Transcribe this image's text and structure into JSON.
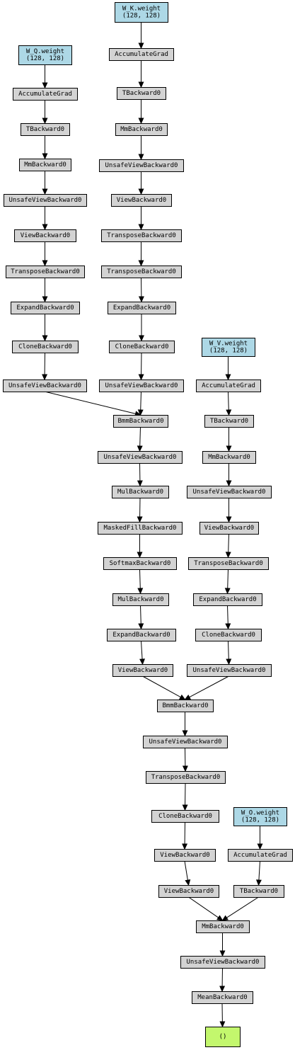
{
  "colors": {
    "param": "#add8e6",
    "op": "#d3d3d3",
    "output": "#c3f76d",
    "edge": "#000000",
    "border": "#000000"
  },
  "nodes": [
    {
      "id": "wk",
      "kind": "param",
      "lines": [
        "W_K.weight",
        "(128, 128)"
      ]
    },
    {
      "id": "wq",
      "kind": "param",
      "lines": [
        "W_Q.weight",
        "(128, 128)"
      ]
    },
    {
      "id": "k_acc",
      "kind": "op",
      "lines": [
        "AccumulateGrad"
      ]
    },
    {
      "id": "q_acc",
      "kind": "op",
      "lines": [
        "AccumulateGrad"
      ]
    },
    {
      "id": "k_t",
      "kind": "op",
      "lines": [
        "TBackward0"
      ]
    },
    {
      "id": "q_t",
      "kind": "op",
      "lines": [
        "TBackward0"
      ]
    },
    {
      "id": "k_mm",
      "kind": "op",
      "lines": [
        "MmBackward0"
      ]
    },
    {
      "id": "q_mm",
      "kind": "op",
      "lines": [
        "MmBackward0"
      ]
    },
    {
      "id": "k_unsafe1",
      "kind": "op",
      "lines": [
        "UnsafeViewBackward0"
      ]
    },
    {
      "id": "q_unsafe1",
      "kind": "op",
      "lines": [
        "UnsafeViewBackward0"
      ]
    },
    {
      "id": "k_view",
      "kind": "op",
      "lines": [
        "ViewBackward0"
      ]
    },
    {
      "id": "q_view",
      "kind": "op",
      "lines": [
        "ViewBackward0"
      ]
    },
    {
      "id": "k_trans1",
      "kind": "op",
      "lines": [
        "TransposeBackward0"
      ]
    },
    {
      "id": "q_trans",
      "kind": "op",
      "lines": [
        "TransposeBackward0"
      ]
    },
    {
      "id": "k_trans2",
      "kind": "op",
      "lines": [
        "TransposeBackward0"
      ]
    },
    {
      "id": "k_expand",
      "kind": "op",
      "lines": [
        "ExpandBackward0"
      ]
    },
    {
      "id": "q_expand",
      "kind": "op",
      "lines": [
        "ExpandBackward0"
      ]
    },
    {
      "id": "k_clone",
      "kind": "op",
      "lines": [
        "CloneBackward0"
      ]
    },
    {
      "id": "q_clone",
      "kind": "op",
      "lines": [
        "CloneBackward0"
      ]
    },
    {
      "id": "wv",
      "kind": "param",
      "lines": [
        "W_V.weight",
        "(128, 128)"
      ]
    },
    {
      "id": "k_unsafe2",
      "kind": "op",
      "lines": [
        "UnsafeViewBackward0"
      ]
    },
    {
      "id": "q_unsafe2",
      "kind": "op",
      "lines": [
        "UnsafeViewBackward0"
      ]
    },
    {
      "id": "v_acc",
      "kind": "op",
      "lines": [
        "AccumulateGrad"
      ]
    },
    {
      "id": "bmm1",
      "kind": "op",
      "lines": [
        "BmmBackward0"
      ]
    },
    {
      "id": "v_t",
      "kind": "op",
      "lines": [
        "TBackward0"
      ]
    },
    {
      "id": "a_unsafe",
      "kind": "op",
      "lines": [
        "UnsafeViewBackward0"
      ]
    },
    {
      "id": "v_mm",
      "kind": "op",
      "lines": [
        "MmBackward0"
      ]
    },
    {
      "id": "a_mul1",
      "kind": "op",
      "lines": [
        "MulBackward0"
      ]
    },
    {
      "id": "v_unsafe1",
      "kind": "op",
      "lines": [
        "UnsafeViewBackward0"
      ]
    },
    {
      "id": "a_masked",
      "kind": "op",
      "lines": [
        "MaskedFillBackward0"
      ]
    },
    {
      "id": "v_view",
      "kind": "op",
      "lines": [
        "ViewBackward0"
      ]
    },
    {
      "id": "a_softmax",
      "kind": "op",
      "lines": [
        "SoftmaxBackward0"
      ]
    },
    {
      "id": "v_trans",
      "kind": "op",
      "lines": [
        "TransposeBackward0"
      ]
    },
    {
      "id": "a_mul2",
      "kind": "op",
      "lines": [
        "MulBackward0"
      ]
    },
    {
      "id": "v_expand",
      "kind": "op",
      "lines": [
        "ExpandBackward0"
      ]
    },
    {
      "id": "a_expand",
      "kind": "op",
      "lines": [
        "ExpandBackward0"
      ]
    },
    {
      "id": "v_clone",
      "kind": "op",
      "lines": [
        "CloneBackward0"
      ]
    },
    {
      "id": "a_view",
      "kind": "op",
      "lines": [
        "ViewBackward0"
      ]
    },
    {
      "id": "v_unsafe2",
      "kind": "op",
      "lines": [
        "UnsafeViewBackward0"
      ]
    },
    {
      "id": "bmm2",
      "kind": "op",
      "lines": [
        "BmmBackward0"
      ]
    },
    {
      "id": "c_unsafe",
      "kind": "op",
      "lines": [
        "UnsafeViewBackward0"
      ]
    },
    {
      "id": "c_trans",
      "kind": "op",
      "lines": [
        "TransposeBackward0"
      ]
    },
    {
      "id": "c_clone",
      "kind": "op",
      "lines": [
        "CloneBackward0"
      ]
    },
    {
      "id": "wo",
      "kind": "param",
      "lines": [
        "W_O.weight",
        "(128, 128)"
      ]
    },
    {
      "id": "c_view1",
      "kind": "op",
      "lines": [
        "ViewBackward0"
      ]
    },
    {
      "id": "o_acc",
      "kind": "op",
      "lines": [
        "AccumulateGrad"
      ]
    },
    {
      "id": "c_view2",
      "kind": "op",
      "lines": [
        "ViewBackward0"
      ]
    },
    {
      "id": "o_t",
      "kind": "op",
      "lines": [
        "TBackward0"
      ]
    },
    {
      "id": "o_mm",
      "kind": "op",
      "lines": [
        "MmBackward0"
      ]
    },
    {
      "id": "o_unsafe",
      "kind": "op",
      "lines": [
        "UnsafeViewBackward0"
      ]
    },
    {
      "id": "mean",
      "kind": "op",
      "lines": [
        "MeanBackward0"
      ]
    },
    {
      "id": "out",
      "kind": "output",
      "lines": [
        "()"
      ]
    }
  ],
  "edges": [
    [
      "wk",
      "k_acc"
    ],
    [
      "k_acc",
      "k_t"
    ],
    [
      "k_t",
      "k_mm"
    ],
    [
      "k_mm",
      "k_unsafe1"
    ],
    [
      "k_unsafe1",
      "k_view"
    ],
    [
      "k_view",
      "k_trans1"
    ],
    [
      "k_trans1",
      "k_trans2"
    ],
    [
      "k_trans2",
      "k_expand"
    ],
    [
      "k_expand",
      "k_clone"
    ],
    [
      "k_clone",
      "k_unsafe2"
    ],
    [
      "wq",
      "q_acc"
    ],
    [
      "q_acc",
      "q_t"
    ],
    [
      "q_t",
      "q_mm"
    ],
    [
      "q_mm",
      "q_unsafe1"
    ],
    [
      "q_unsafe1",
      "q_view"
    ],
    [
      "q_view",
      "q_trans"
    ],
    [
      "q_trans",
      "q_expand"
    ],
    [
      "q_expand",
      "q_clone"
    ],
    [
      "q_clone",
      "q_unsafe2"
    ],
    [
      "q_unsafe2",
      "bmm1"
    ],
    [
      "k_unsafe2",
      "bmm1"
    ],
    [
      "bmm1",
      "a_unsafe"
    ],
    [
      "a_unsafe",
      "a_mul1"
    ],
    [
      "a_mul1",
      "a_masked"
    ],
    [
      "a_masked",
      "a_softmax"
    ],
    [
      "a_softmax",
      "a_mul2"
    ],
    [
      "a_mul2",
      "a_expand"
    ],
    [
      "a_expand",
      "a_view"
    ],
    [
      "wv",
      "v_acc"
    ],
    [
      "v_acc",
      "v_t"
    ],
    [
      "v_t",
      "v_mm"
    ],
    [
      "v_mm",
      "v_unsafe1"
    ],
    [
      "v_unsafe1",
      "v_view"
    ],
    [
      "v_view",
      "v_trans"
    ],
    [
      "v_trans",
      "v_expand"
    ],
    [
      "v_expand",
      "v_clone"
    ],
    [
      "v_clone",
      "v_unsafe2"
    ],
    [
      "a_view",
      "bmm2"
    ],
    [
      "v_unsafe2",
      "bmm2"
    ],
    [
      "bmm2",
      "c_unsafe"
    ],
    [
      "c_unsafe",
      "c_trans"
    ],
    [
      "c_trans",
      "c_clone"
    ],
    [
      "c_clone",
      "c_view1"
    ],
    [
      "c_view1",
      "c_view2"
    ],
    [
      "wo",
      "o_acc"
    ],
    [
      "o_acc",
      "o_t"
    ],
    [
      "c_view2",
      "o_mm"
    ],
    [
      "o_t",
      "o_mm"
    ],
    [
      "o_mm",
      "o_unsafe"
    ],
    [
      "o_unsafe",
      "mean"
    ],
    [
      "mean",
      "out"
    ]
  ]
}
